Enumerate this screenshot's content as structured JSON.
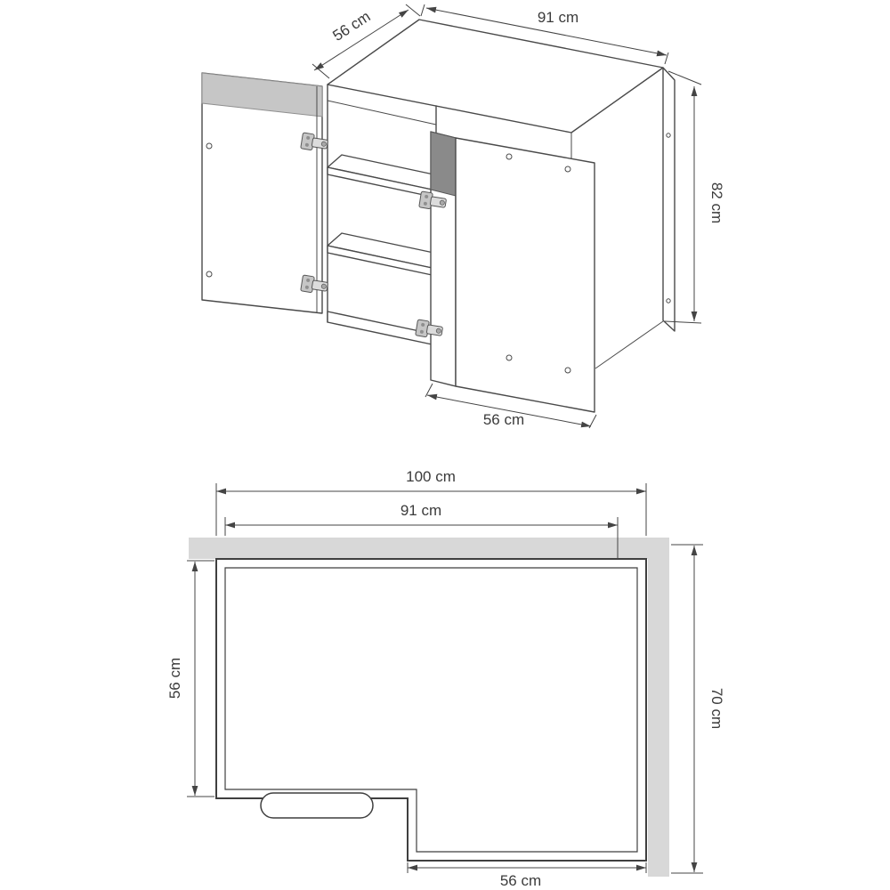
{
  "colors": {
    "background": "#ffffff",
    "line": "#444444",
    "wall": "#d8d8d8",
    "door_band": "#c6c6c6",
    "handle": "#8a8a8a"
  },
  "perspective_view": {
    "dimensions": {
      "top_depth": "56 cm",
      "top_width": "91 cm",
      "height": "82 cm",
      "door_width": "56 cm"
    }
  },
  "plan_view": {
    "dimensions": {
      "overall_width": "100 cm",
      "carcass_width": "91 cm",
      "left_depth": "56 cm",
      "right_depth": "70 cm",
      "right_section_width": "56 cm"
    }
  }
}
